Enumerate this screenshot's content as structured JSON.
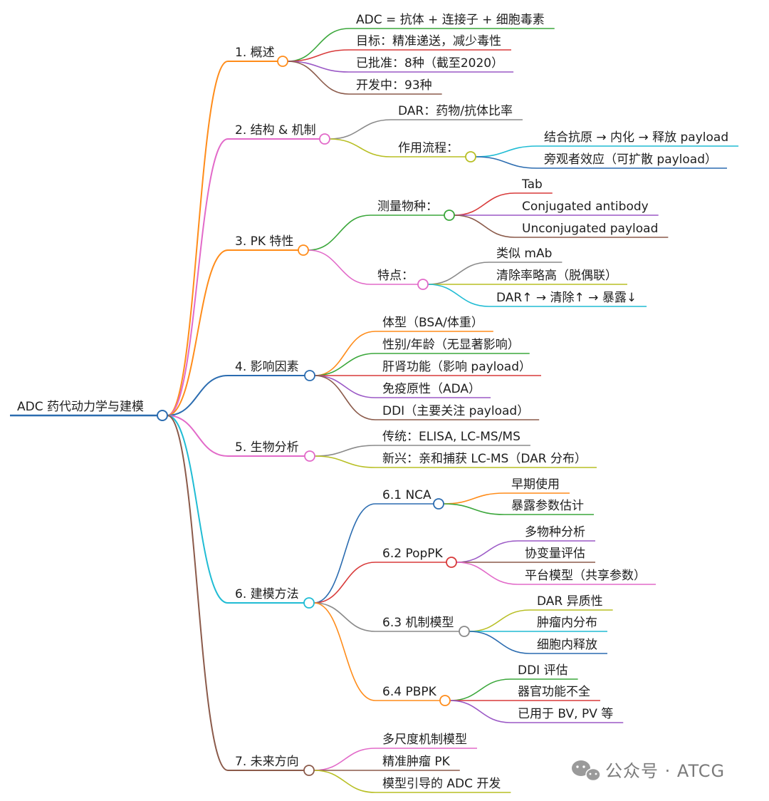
{
  "colors": {
    "root": "#2b6cb0",
    "orange": "#ff8c1a",
    "pink": "#e26ac9",
    "blue": "#2b6cb0",
    "teal": "#20bcd4",
    "brown": "#8b5a4a",
    "green": "#3ba73b",
    "red": "#d83a3a",
    "purple": "#9b59c6",
    "gray": "#8a8a8a",
    "olive": "#b8bf24"
  },
  "root": {
    "label": "ADC 药代动力学与建模",
    "color": "blue"
  },
  "branches": [
    {
      "label": "1. 概述",
      "color": "orange",
      "children": [
        {
          "label": "ADC = 抗体 + 连接子 + 细胞毒素",
          "color": "green"
        },
        {
          "label": "目标：精准递送，减少毒性",
          "color": "red"
        },
        {
          "label": "已批准：8种（截至2020）",
          "color": "purple"
        },
        {
          "label": "开发中：93种",
          "color": "brown"
        }
      ]
    },
    {
      "label": "2. 结构 & 机制",
      "color": "pink",
      "children": [
        {
          "label": "DAR：药物/抗体比率",
          "color": "gray"
        },
        {
          "label": "作用流程：",
          "color": "olive",
          "children": [
            {
              "label": "结合抗原 → 内化 → 释放 payload",
              "color": "teal"
            },
            {
              "label": "旁观者效应（可扩散 payload）",
              "color": "blue"
            }
          ]
        }
      ]
    },
    {
      "label": "3. PK 特性",
      "color": "orange",
      "children": [
        {
          "label": "测量物种：",
          "color": "green",
          "children": [
            {
              "label": "Tab",
              "color": "red"
            },
            {
              "label": "Conjugated antibody",
              "color": "purple"
            },
            {
              "label": "Unconjugated payload",
              "color": "brown"
            }
          ]
        },
        {
          "label": "特点：",
          "color": "pink",
          "children": [
            {
              "label": "类似 mAb",
              "color": "gray"
            },
            {
              "label": "清除率略高（脱偶联）",
              "color": "olive"
            },
            {
              "label": "DAR↑ → 清除↑ → 暴露↓",
              "color": "teal"
            }
          ]
        }
      ]
    },
    {
      "label": "4. 影响因素",
      "color": "blue",
      "children": [
        {
          "label": "体型（BSA/体重）",
          "color": "orange"
        },
        {
          "label": "性别/年龄（无显著影响）",
          "color": "green"
        },
        {
          "label": "肝肾功能（影响 payload）",
          "color": "red"
        },
        {
          "label": "免疫原性（ADA）",
          "color": "purple"
        },
        {
          "label": "DDI（主要关注 payload）",
          "color": "brown"
        }
      ]
    },
    {
      "label": "5. 生物分析",
      "color": "pink",
      "children": [
        {
          "label": "传统：ELISA, LC-MS/MS",
          "color": "gray"
        },
        {
          "label": "新兴：亲和捕获 LC-MS（DAR 分布）",
          "color": "olive"
        }
      ]
    },
    {
      "label": "6. 建模方法",
      "color": "teal",
      "children": [
        {
          "label": "6.1 NCA",
          "color": "blue",
          "children": [
            {
              "label": "早期使用",
              "color": "orange"
            },
            {
              "label": "暴露参数估计",
              "color": "green"
            }
          ]
        },
        {
          "label": "6.2 PopPK",
          "color": "red",
          "children": [
            {
              "label": "多物种分析",
              "color": "purple"
            },
            {
              "label": "协变量评估",
              "color": "brown"
            },
            {
              "label": "平台模型（共享参数）",
              "color": "pink"
            }
          ]
        },
        {
          "label": "6.3 机制模型",
          "color": "gray",
          "children": [
            {
              "label": "DAR 异质性",
              "color": "olive"
            },
            {
              "label": "肿瘤内分布",
              "color": "teal"
            },
            {
              "label": "细胞内释放",
              "color": "blue"
            }
          ]
        },
        {
          "label": "6.4 PBPK",
          "color": "orange",
          "children": [
            {
              "label": "DDI 评估",
              "color": "green"
            },
            {
              "label": "器官功能不全",
              "color": "red"
            },
            {
              "label": "已用于 BV, PV 等",
              "color": "purple"
            }
          ]
        }
      ]
    },
    {
      "label": "7. 未来方向",
      "color": "brown",
      "children": [
        {
          "label": "多尺度机制模型",
          "color": "pink"
        },
        {
          "label": "精准肿瘤 PK",
          "color": "brown"
        },
        {
          "label": "模型引导的 ADC 开发",
          "color": "olive"
        }
      ]
    }
  ],
  "watermark": {
    "label": "公众号 · ATCG",
    "icon": "wechat-icon"
  }
}
